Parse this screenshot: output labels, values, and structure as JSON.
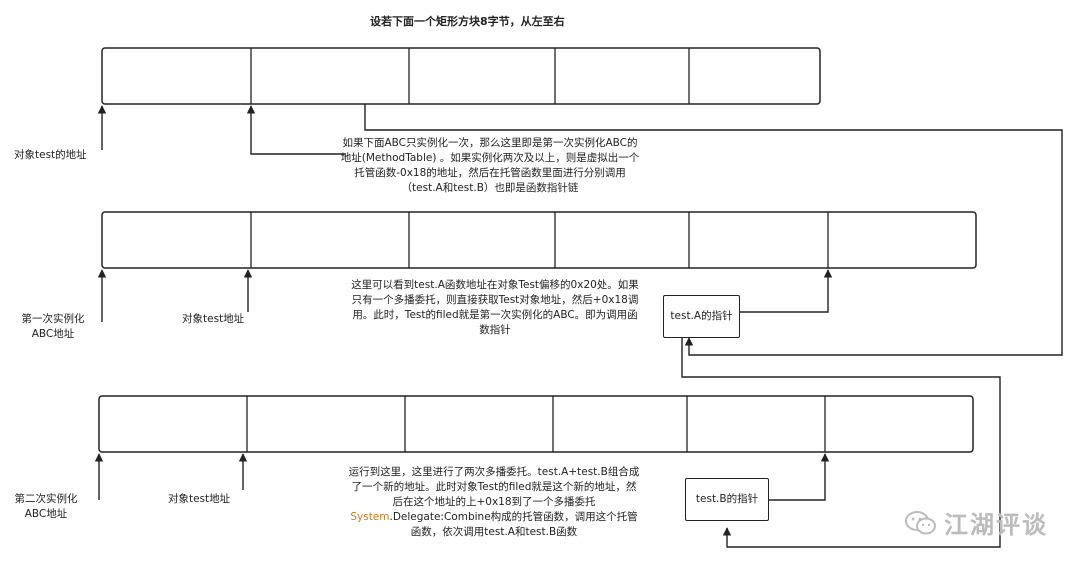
{
  "title": "设若下面一个矩形方块8字节，从左至右",
  "labels": {
    "obj_test_addr_1": "对象test的地址",
    "note_1": "如果下面ABC只实例化一次，那么这里即是第一次实例化ABC的地址(MethodTable) 。如果实例化两次及以上，则是虚拟出一个托管函数-0x18的地址，然后在托管函数里面进行分别调用（test.A和test.B）也即是函数指针链",
    "first_instance_abc": "第一次实例化ABC地址",
    "obj_test_addr_2": "对象test地址",
    "note_2": "这里可以看到test.A函数地址在对象Test偏移的0x20处。如果只有一个多播委托，则直接获取Test对象地址，然后+0x18调用。此时，Test的filed就是第一次实例化的ABC。即为调用函数指针",
    "test_a_pointer": "test.A的指针",
    "second_instance_abc": "第二次实例化ABC地址",
    "obj_test_addr_3": "对象test地址",
    "note_3_part1": "运行到这里，这里进行了两次多播委托。test.A+test.B组合成了一个新的地址。此时对象Test的filed就是这个新的地址，然后在这个地址的上+0x18到了一个多播委托",
    "note_3_orange": "System",
    "note_3_part2": ".Delegate:Combine构成的托管函数，调用这个托管函数，依次调用test.A和test.B函数",
    "test_b_pointer": "test.B的指针"
  },
  "watermark": {
    "text": "江湖评谈",
    "icon": "wechat-icon"
  },
  "colors": {
    "line": "#222222",
    "highlight": "#d87a1a",
    "watermark": "#bcbcbc"
  }
}
